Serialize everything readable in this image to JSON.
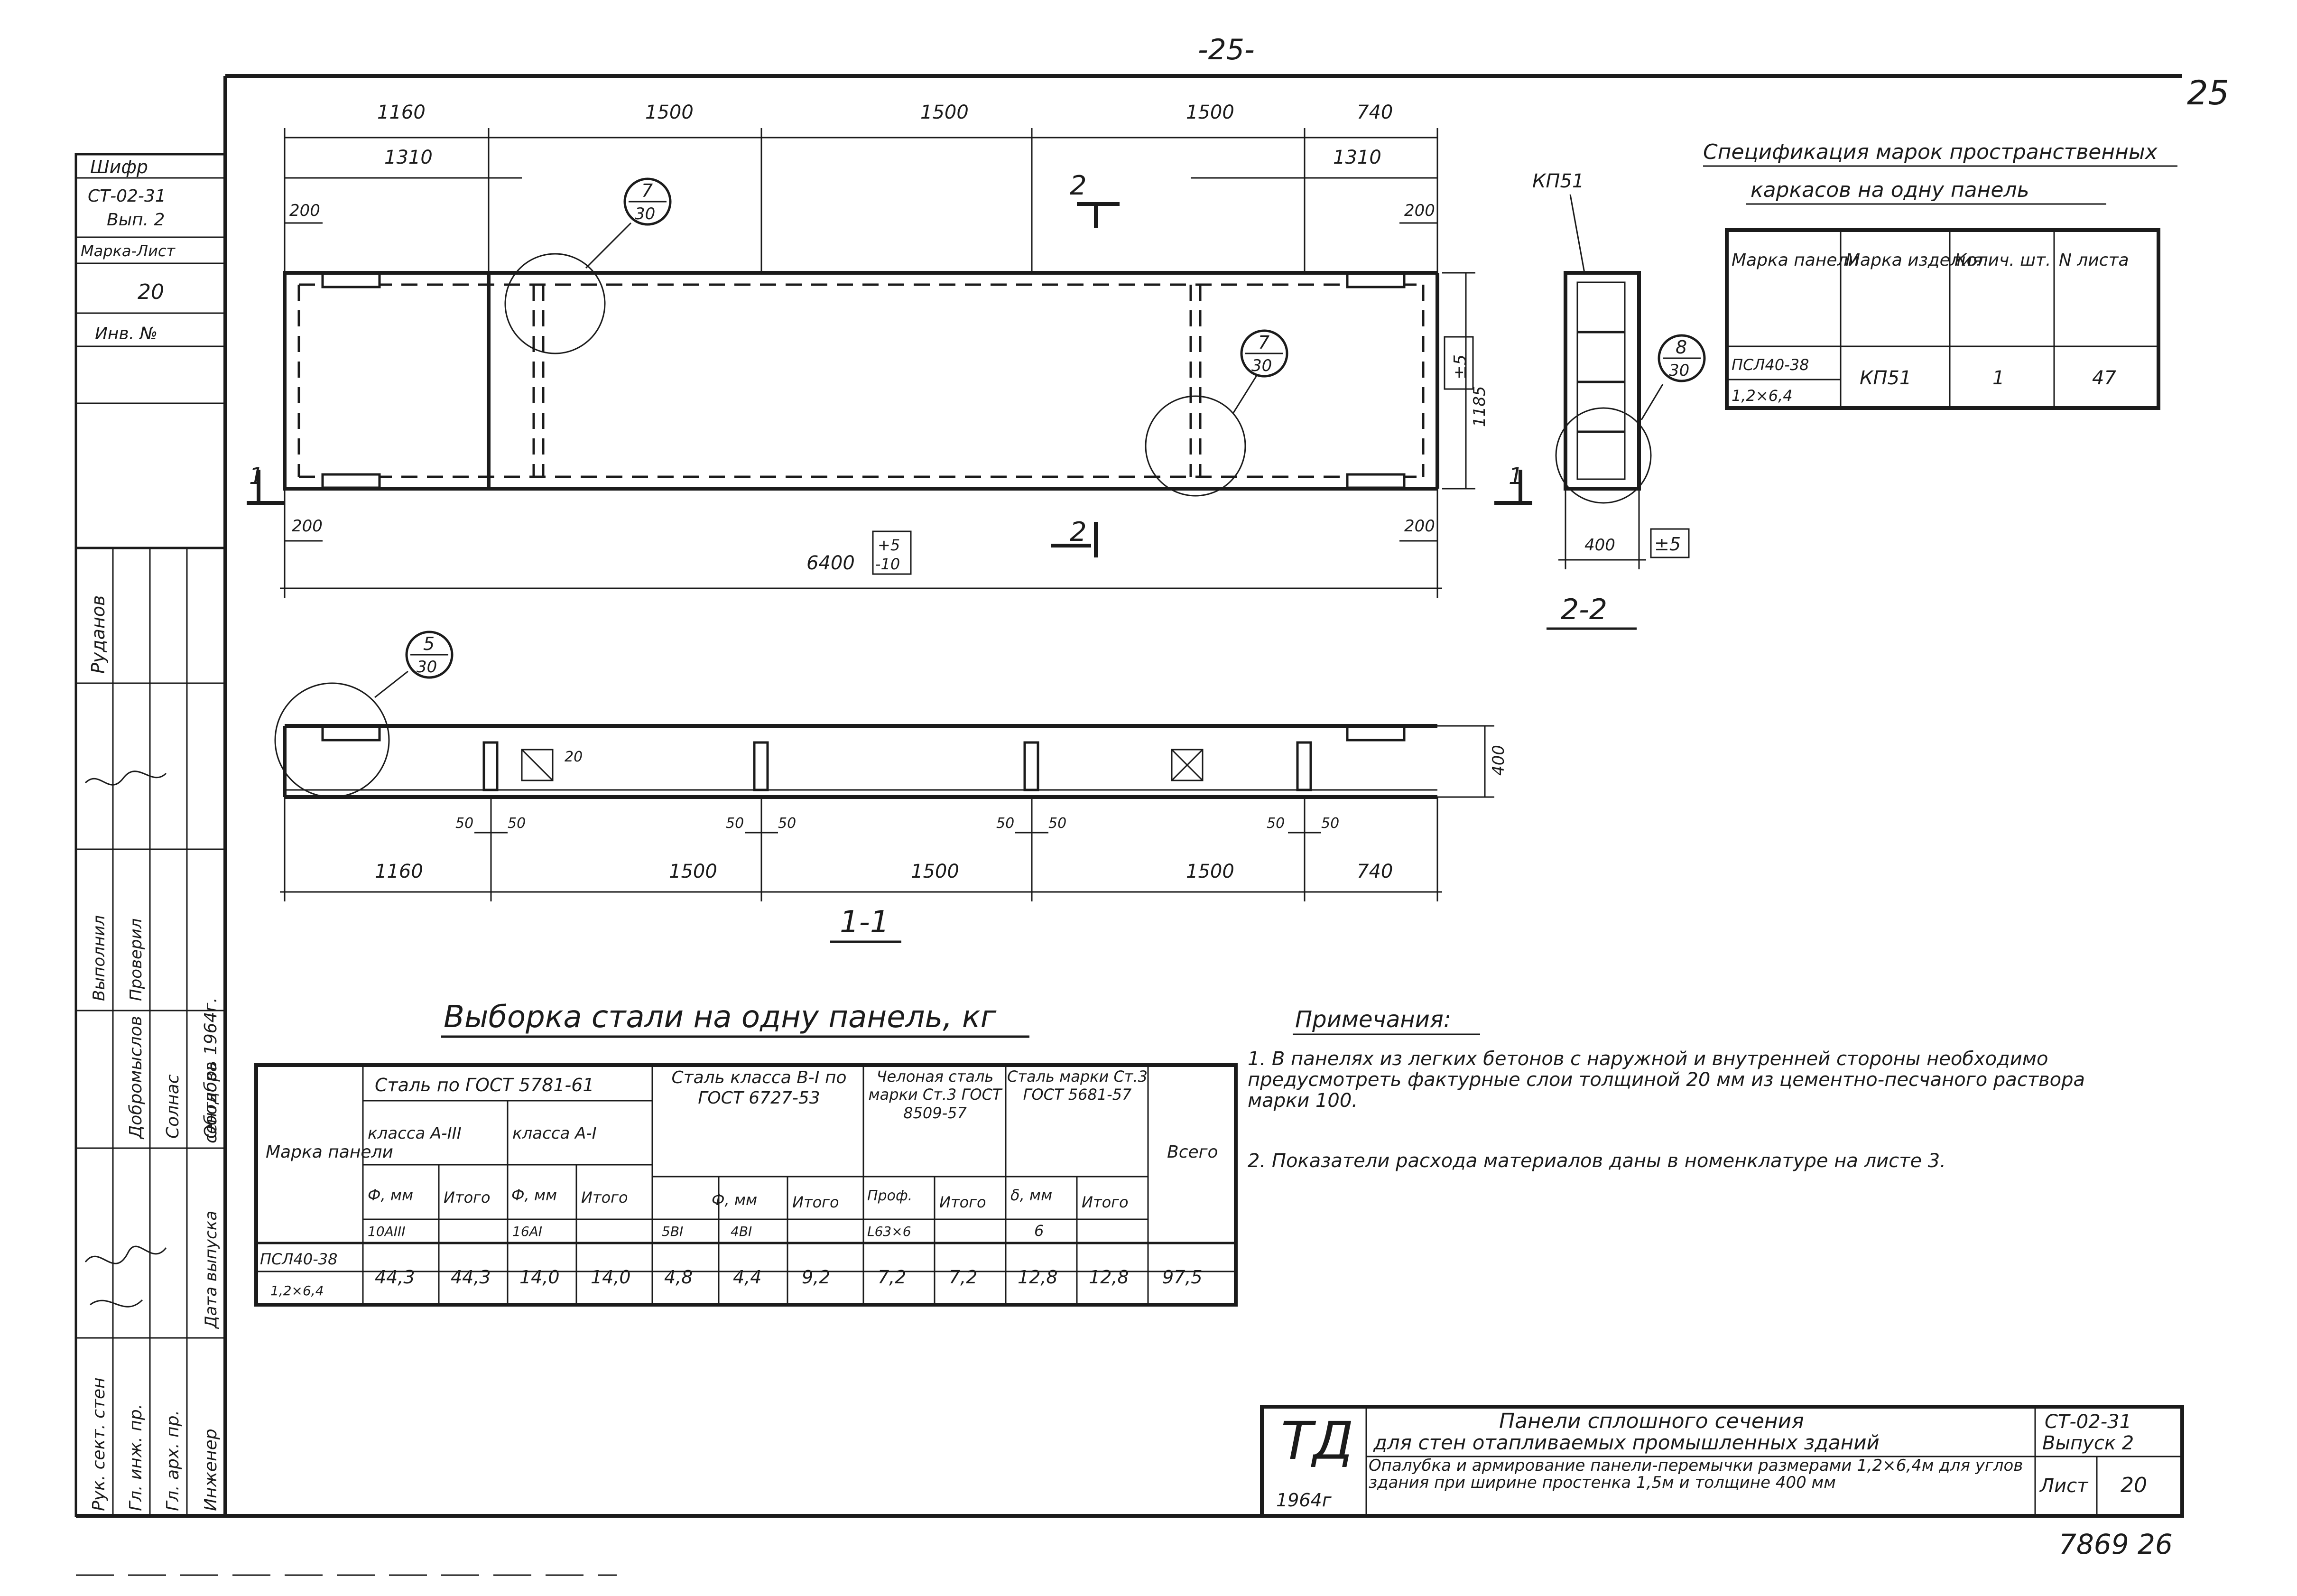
{
  "page_number": "-25-",
  "corner_mark": "25",
  "archive_number": "7869 26",
  "stamp": {
    "cipher_label": "Шифр",
    "cipher": "СТ-02-31",
    "issue": "Вып. 2",
    "mark_sheet_label": "Марка-Лист",
    "mark_sheet": "20",
    "inventory_label": "Инв. №"
  },
  "signature_block": {
    "rows": [
      {
        "role": "Рук. сект. стен",
        "name": "Руданов"
      },
      {
        "role": "Гл. инж. пр.",
        "name": "Добромыслов"
      },
      {
        "role": "Гл. арх. пр.",
        "name": "Солнас"
      },
      {
        "role": "Инженер",
        "name": "Ободова"
      }
    ],
    "verified_label": "Проверил",
    "drawn_label": "Выполнил",
    "date_label": "Дата выпуска",
    "date_value": "сентябрь 1964г."
  },
  "plan": {
    "top_dims": [
      "1160",
      "1500",
      "1500",
      "1500",
      "740"
    ],
    "sub_dims": [
      "1310",
      "1310"
    ],
    "edge_dims_top": [
      "200",
      "200"
    ],
    "edge_dims_bottom": [
      "200",
      "200"
    ],
    "overall_length": "6400",
    "length_tol": [
      "+5",
      "-10"
    ],
    "height": "1185",
    "height_tol": "±5",
    "cut_1": "1",
    "cut_2": "2",
    "callouts": [
      {
        "num": "7",
        "sheet": "30"
      },
      {
        "num": "7",
        "sheet": "30"
      }
    ]
  },
  "section_22": {
    "mark": "КП51",
    "width": "400",
    "width_tol": "±5",
    "title": "2-2",
    "callout": {
      "num": "8",
      "sheet": "30"
    }
  },
  "section_11": {
    "title": "1-1",
    "height": "400",
    "gap_dim": "20",
    "offset_dims": [
      "50",
      "50",
      "50",
      "50",
      "50",
      "50",
      "50",
      "50"
    ],
    "bottom_dims": [
      "1160",
      "1500",
      "1500",
      "1500",
      "740"
    ],
    "callout": {
      "num": "5",
      "sheet": "30"
    }
  },
  "spec_table": {
    "title_line1": "Спецификация марок пространственных",
    "title_line2": "каркасов на одну панель",
    "headers": [
      "Марка панели",
      "Марка изделия",
      "Колич. шт.",
      "N листа"
    ],
    "row": {
      "panel": "ПСЛ40-38",
      "size": "1,2×6,4",
      "item": "КП51",
      "qty": "1",
      "sheet": "47"
    }
  },
  "steel_table": {
    "title": "Выборка стали на одну панель, кг",
    "col_panel": "Марка панели",
    "group1": "Сталь по ГОСТ 5781-61",
    "group1_sub1": "класса А-III",
    "group1_sub2": "класса А-I",
    "group2": "Сталь класса В-I по ГОСТ 6727-53",
    "group3": "Челоная сталь марки Ст.3 ГОСТ 8509-57",
    "group4": "Сталь марки Ст.3 ГОСТ 5681-57",
    "col_total": "Всего",
    "h_phi_mm": "Ф, мм",
    "h_itogo": "Итого",
    "h_prof": "Проф.",
    "h_delta": "δ, мм",
    "sizes": [
      "10АIII",
      "16АI",
      "5ВI",
      "4ВI",
      "L63×6",
      "6"
    ],
    "row_panel": "ПСЛ40-38",
    "row_size": "1,2×6,4",
    "values": [
      "44,3",
      "44,3",
      "14,0",
      "14,0",
      "4,8",
      "4,4",
      "9,2",
      "7,2",
      "7,2",
      "12,8",
      "12,8",
      "97,5"
    ]
  },
  "notes": {
    "title": "Примечания:",
    "items": [
      "1. В панелях из легких бетонов с наружной и внутренней стороны необходимо предусмотреть фактурные слои толщиной 20 мм из цементно-песчаного раствора марки 100.",
      "2. Показатели расхода материалов даны в номенклатуре на листе 3."
    ]
  },
  "title_block": {
    "logo": "ТД",
    "year": "1964г",
    "title1": "Панели сплошного сечения",
    "title2": "для стен отапливаемых промышленных зданий",
    "desc": "Опалубка и армирование панели-перемычки размерами 1,2×6,4м для углов здания при ширине простенка 1,5м и толщине 400 мм",
    "series": "СТ-02-31",
    "issue": "Выпуск 2",
    "sheet_label": "Лист",
    "sheet_num": "20"
  }
}
